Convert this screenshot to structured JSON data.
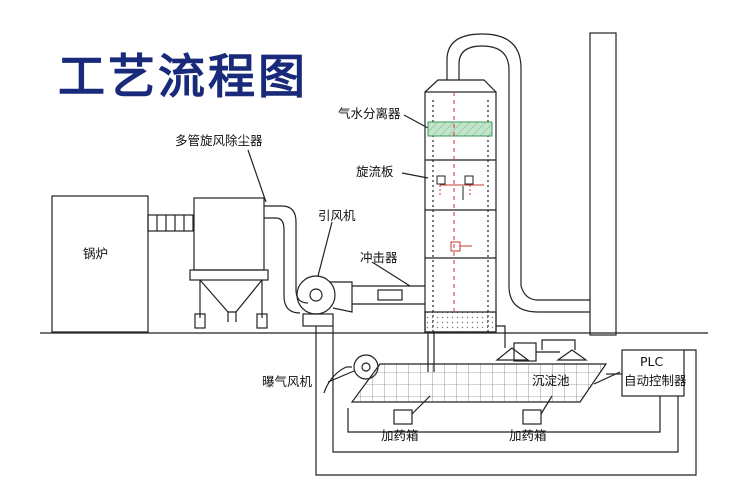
{
  "title": "工艺流程图",
  "labels": {
    "boiler": "锅炉",
    "cyclone": "多管旋风除尘器",
    "induced_fan": "引风机",
    "separator": "气水分离器",
    "swirl_plate": "旋流板",
    "impactor": "冲击器",
    "aeration_fan": "曝气风机",
    "sump": "沉淀池",
    "plc_line1": "PLC",
    "plc_line2": "自动控制器",
    "dosing_tank_1": "加药箱",
    "dosing_tank_2": "加药箱"
  },
  "colors": {
    "line": "#222222",
    "title": "#1a2a7a",
    "pipe_dash": "#c0392b",
    "packing": "#3a9a5a"
  }
}
